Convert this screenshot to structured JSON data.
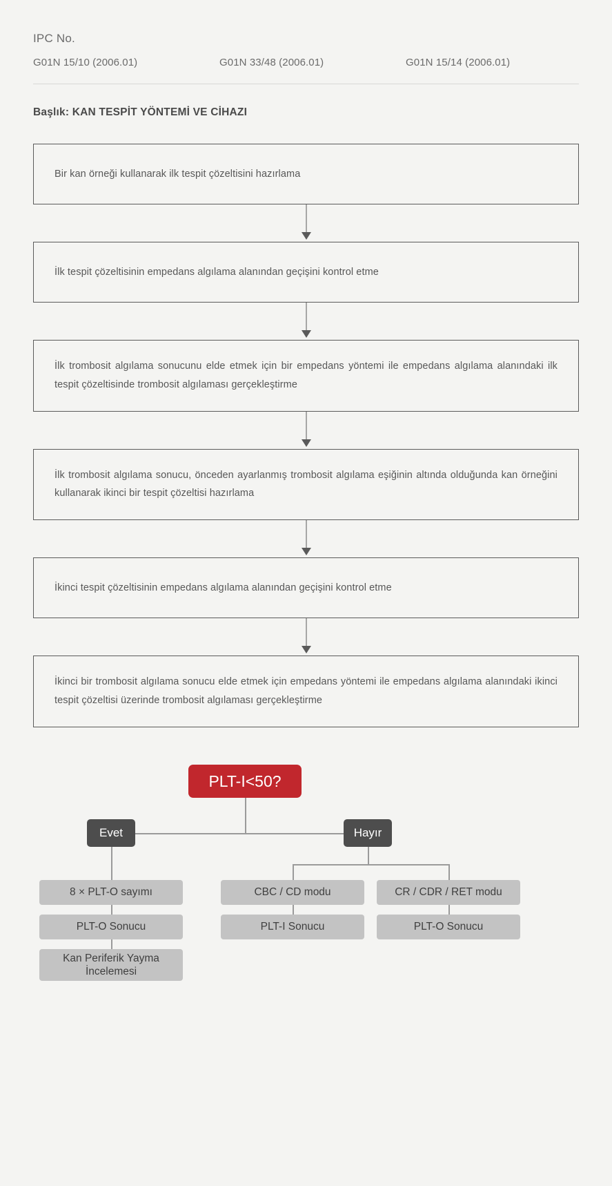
{
  "header": {
    "ipc_label": "IPC No.",
    "ipc_codes": [
      "G01N 15/10 (2006.01)",
      "G01N 33/48 (2006.01)",
      "G01N 15/14 (2006.01)"
    ]
  },
  "title": "Başlık: KAN TESPİT YÖNTEMİ VE CİHAZI",
  "flow_steps": [
    "Bir kan örneği kullanarak ilk tespit çözeltisini hazırlama",
    "İlk tespit çözeltisinin empedans algılama alanından geçişini kontrol etme",
    "İlk trombosit algılama sonucunu elde etmek için bir empedans yöntemi ile empedans algılama alanındaki ilk tespit çözeltisinde trombosit algılaması gerçekleştirme",
    "İlk trombosit algılama sonucu, önceden ayarlanmış trombosit algılama eşiğinin altında olduğunda kan örneğini kullanarak ikinci bir tespit çözeltisi hazırlama",
    "İkinci tespit çözeltisinin empedans algılama alanından geçişini kontrol etme",
    "İkinci bir trombosit algılama sonucu elde etmek için empedans yöntemi ile empedans algılama alanındaki ikinci tespit çözeltisi üzerinde trombosit algılaması gerçekleştirme"
  ],
  "decision_tree": {
    "decision": "PLT-I<50?",
    "branch_yes": "Evet",
    "branch_no": "Hayır",
    "yes_path": [
      "8 × PLT-O sayımı",
      "PLT-O Sonucu",
      "Kan Periferik Yayma İncelemesi"
    ],
    "no_path_left": [
      "CBC / CD modu",
      "PLT-I Sonucu"
    ],
    "no_path_right": [
      "CR / CDR / RET modu",
      "PLT-O Sonucu"
    ]
  },
  "colors": {
    "decision_red": "#c1272d",
    "branch_gray": "#4d4d4d",
    "leaf_gray": "#c3c3c3",
    "page_bg": "#f4f4f2",
    "box_border": "#5a5a5a"
  }
}
